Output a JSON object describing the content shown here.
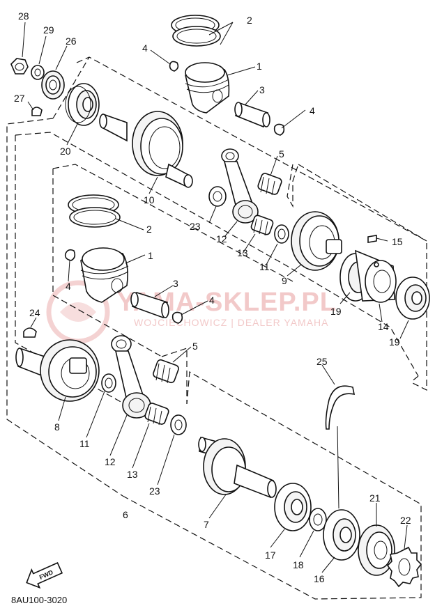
{
  "diagram_code": "8AU100-3020",
  "fwd_label": "FWD",
  "watermark": {
    "logo_text": "YAMA-SKLEP.PL",
    "subtitle": "WOJCIECHOWICZ | DEALER YAMAHA"
  },
  "callouts": [
    {
      "id": "c-28-top",
      "label": "28"
    },
    {
      "id": "c-29-top",
      "label": "29"
    },
    {
      "id": "c-26-top",
      "label": "26"
    },
    {
      "id": "c-27-top",
      "label": "27"
    },
    {
      "id": "c-2-top",
      "label": "2"
    },
    {
      "id": "c-4-top-a",
      "label": "4"
    },
    {
      "id": "c-1-top",
      "label": "1"
    },
    {
      "id": "c-3-top",
      "label": "3"
    },
    {
      "id": "c-4-top-b",
      "label": "4"
    },
    {
      "id": "c-20",
      "label": "20"
    },
    {
      "id": "c-5-top",
      "label": "5"
    },
    {
      "id": "c-10",
      "label": "10"
    },
    {
      "id": "c-23-top",
      "label": "23"
    },
    {
      "id": "c-12-top",
      "label": "12"
    },
    {
      "id": "c-13-top",
      "label": "13"
    },
    {
      "id": "c-11-top",
      "label": "11"
    },
    {
      "id": "c-9",
      "label": "9"
    },
    {
      "id": "c-15",
      "label": "15"
    },
    {
      "id": "c-19-a",
      "label": "19"
    },
    {
      "id": "c-14",
      "label": "14"
    },
    {
      "id": "c-19-b",
      "label": "19"
    },
    {
      "id": "c-2-mid",
      "label": "2"
    },
    {
      "id": "c-1-mid",
      "label": "1"
    },
    {
      "id": "c-4-mid-a",
      "label": "4"
    },
    {
      "id": "c-3-mid",
      "label": "3"
    },
    {
      "id": "c-4-mid-b",
      "label": "4"
    },
    {
      "id": "c-24",
      "label": "24"
    },
    {
      "id": "c-5-mid",
      "label": "5"
    },
    {
      "id": "c-25",
      "label": "25"
    },
    {
      "id": "c-8",
      "label": "8"
    },
    {
      "id": "c-11-mid",
      "label": "11"
    },
    {
      "id": "c-12-mid",
      "label": "12"
    },
    {
      "id": "c-13-mid",
      "label": "13"
    },
    {
      "id": "c-23-mid",
      "label": "23"
    },
    {
      "id": "c-6",
      "label": "6"
    },
    {
      "id": "c-7",
      "label": "7"
    },
    {
      "id": "c-21",
      "label": "21"
    },
    {
      "id": "c-22",
      "label": "22"
    },
    {
      "id": "c-17",
      "label": "17"
    },
    {
      "id": "c-18",
      "label": "18"
    },
    {
      "id": "c-16",
      "label": "16"
    }
  ]
}
